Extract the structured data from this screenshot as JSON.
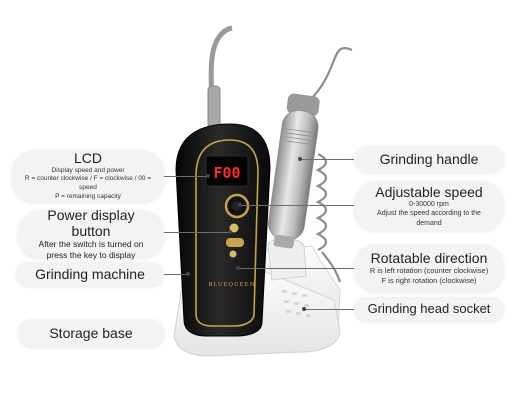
{
  "callouts": {
    "lcd": {
      "title": "LCD",
      "lines": [
        "Display speed and power",
        "R = counter clockwise / F = clockwise / 00 = speed",
        "P = remaining capacity"
      ]
    },
    "power_button": {
      "title": "Power display button",
      "lines": [
        "After the switch is turned on",
        "press the key to display"
      ]
    },
    "grinding_machine": {
      "title": "Grinding machine"
    },
    "storage_base": {
      "title": "Storage base"
    },
    "grinding_handle": {
      "title": "Grinding handle"
    },
    "adjustable_speed": {
      "title": "Adjustable speed",
      "lines": [
        "0-30000 rpm",
        "Adjust the speed according to the demand"
      ]
    },
    "rotatable_direction": {
      "title": "Rotatable direction",
      "lines": [
        "R is left rotation (counter clockwise)",
        "F is right rotation (clockwise)"
      ]
    },
    "head_socket": {
      "title": "Grinding head socket"
    }
  },
  "device": {
    "display_text": "F00",
    "brand": "BLUEQUEEN",
    "colors": {
      "body": "#121212",
      "trim": "#c9a44a",
      "display": "#ff2a2a",
      "base": "#f2f2f2",
      "handle": "#b9b9b9"
    }
  }
}
